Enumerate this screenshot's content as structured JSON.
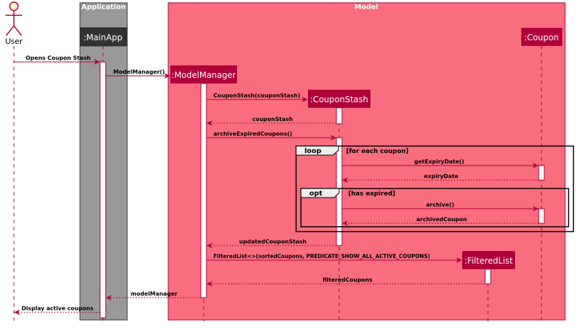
{
  "colors": {
    "model_box": "#f96d7e",
    "app_box": "#999999",
    "participant_fill": "#b0003a",
    "mainapp_fill": "#333333",
    "arrow": "#b0003a",
    "actor_fill": "#fefece"
  },
  "actor": {
    "label": "User"
  },
  "boxes": {
    "application": "Application",
    "model": "Model"
  },
  "participants": {
    "mainapp": ":MainApp",
    "modelmanager": ":ModelManager",
    "couponstash": ":CouponStash",
    "coupon": ":Coupon",
    "filteredlist": ":FilteredList"
  },
  "messages": {
    "m1": "Opens Coupon Stash",
    "m2": "ModelManager()",
    "m3": "CouponStash(couponStash)",
    "m4": "couponStash",
    "m5": "archiveExpiredCoupons()",
    "m6": "getExpiryDate()",
    "m7": "expiryDate",
    "m8": "archive()",
    "m9": "archivedCoupon",
    "m10": "updatedCouponStash",
    "m11": "FilteredList<>(sortedCoupons, PREDICATE_SHOW_ALL_ACTIVE_COUPONS)",
    "m12": "filteredCoupons",
    "m13": "modelManager",
    "m14": "Display active coupons"
  },
  "fragments": {
    "loop_tag": "loop",
    "loop_guard": "[for each coupon]",
    "opt_tag": "opt",
    "opt_guard": "[has expired]"
  }
}
